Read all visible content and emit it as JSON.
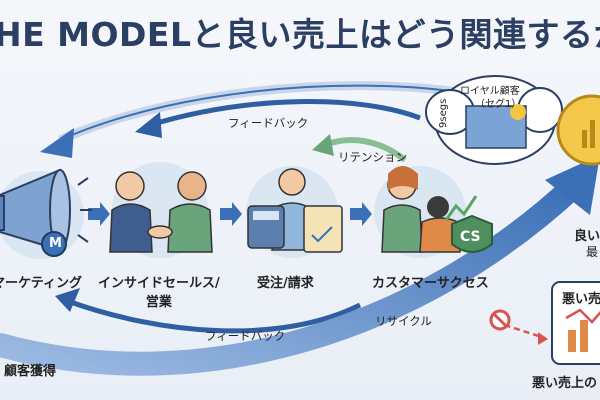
{
  "title": "HE MODELと良い売上はどう関連するか",
  "stages": {
    "marketing": "マーケティング",
    "inside_sales_line1": "インサイドセールス/",
    "inside_sales_line2": "営業",
    "order": "受注/請求",
    "customer_success": "カスタマーサクセス"
  },
  "arrows": {
    "feedback_top": "フィードバック",
    "retention": "リテンション",
    "feedback_bottom": "フィードバック",
    "recycle": "リサイクル"
  },
  "bottom_left": "顧客獲得",
  "cloud": {
    "line1": "ロイヤル顧客",
    "line2": "（セグ1）",
    "side_label": "9segs"
  },
  "marketing_badge": "M",
  "cs_badge": "CS",
  "right_panel": {
    "good_sales_partial": "良い",
    "good_sales_partial2": "最",
    "bad_sales_box": "悪い売",
    "bad_sales_bottom": "悪い売上の"
  },
  "colors": {
    "arrow_blue": "#3b6fb6",
    "arrow_green": "#6aa47a",
    "title": "#2b3f63"
  }
}
